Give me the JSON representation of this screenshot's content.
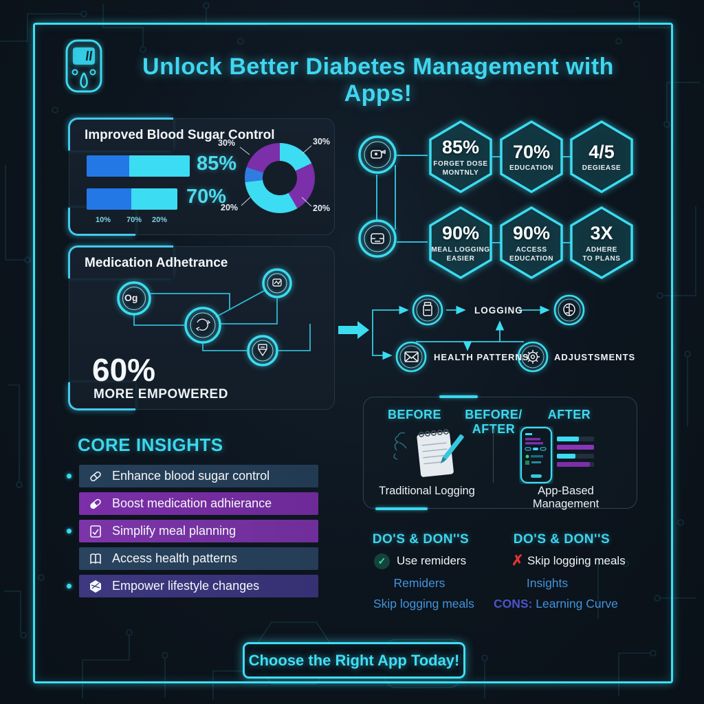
{
  "header": {
    "title": "Unlock Better Diabetes Management with Apps!",
    "icon": "glucose-meter-icon"
  },
  "theme": {
    "accent_cyan": "#3cdcf2",
    "bar_blue": "#2478e6",
    "purple": "#7b2fa8",
    "indigo": "#3d3880",
    "link_blue": "#4394dc",
    "cons_indigo": "#4a55c8",
    "check_green": "#30e8b0",
    "cross_red": "#e03434",
    "background": "#0c141d"
  },
  "blood_sugar_panel": {
    "title": "Improved Blood Sugar Control",
    "bar1_value": "85%",
    "bar2_value": "70%",
    "axis_labels": [
      "10%",
      "70%",
      "20%"
    ],
    "donut_labels": {
      "top_left": "30%",
      "top_right": "30%",
      "bottom_left": "20%",
      "bottom_right": "20%"
    }
  },
  "hex_stats": [
    {
      "value": "85%",
      "label": "FORGET DOSE\nMONTNLY"
    },
    {
      "value": "70%",
      "label": "EDUCATION"
    },
    {
      "value": "4/5",
      "label": "DEGIEASE"
    },
    {
      "value": "90%",
      "label": "MEAL LOGGING\nEASIER"
    },
    {
      "value": "90%",
      "label": "ACCESS\nEDUCATION"
    },
    {
      "value": "3X",
      "label": "ADHERE\nTO PLANS"
    }
  ],
  "medication_panel": {
    "title": "Medication Adhetrance",
    "stat_value": "60%",
    "stat_label": "MORE EMPOWERED",
    "node1_label": "Og"
  },
  "flow": {
    "step1": "LOGGING",
    "step2": "HEALTH PATTERNS",
    "step3": "ADJUSTSMENTS"
  },
  "comparison": {
    "col1_header": "BEFORE",
    "col2_header": "BEFORE/ AFTER",
    "col3_header": "AFTER",
    "left_caption": "Traditional Logging",
    "right_caption": "App-Based Management"
  },
  "core_insights": {
    "title": "CORE INSIGHTS",
    "items": [
      {
        "label": "Enhance blood sugar control",
        "icon": "pill-icon",
        "color": "#27405a"
      },
      {
        "label": "Boost medication adhierance",
        "icon": "pill-icon",
        "color": "#7b2fa8"
      },
      {
        "label": "Simplify meal planning",
        "icon": "meal-checklist-icon",
        "color": "#7c35a8"
      },
      {
        "label": "Access health patterns",
        "icon": "book-icon",
        "color": "#2a435e"
      },
      {
        "label": "Empower lifestyle changes",
        "icon": "hexagon-icon",
        "color": "#3d3880"
      }
    ]
  },
  "dos_donts_left": {
    "header": "DO'S & DON''S",
    "do_item": "Use remiders",
    "line2": "Remiders",
    "line3": "Skip logging meals"
  },
  "dos_donts_right": {
    "header": "DO'S & DON''S",
    "dont_item": "Skip logging meals",
    "line2": "Insights",
    "line3_prefix": "CONS:",
    "line3_text": " Learning Curve"
  },
  "cta": {
    "label": "Choose the Right App Today!"
  },
  "chart_data": [
    {
      "type": "bar",
      "orientation": "horizontal",
      "title": "Improved Blood Sugar Control",
      "categories": [
        "row 1",
        "row 2"
      ],
      "values": [
        85,
        70
      ],
      "value_labels": [
        "85%",
        "70%"
      ],
      "x_tick_labels": [
        "10%",
        "70%",
        "20%"
      ],
      "segment_colors": [
        "#2478e6",
        "#3cdcf2"
      ],
      "note": "each bar is split into a blue left segment and cyan right segment"
    },
    {
      "type": "pie",
      "style": "donut",
      "displayed_labels": [
        "30%",
        "30%",
        "20%",
        "20%"
      ],
      "displayed_values": [
        30,
        30,
        20,
        20
      ],
      "slices_clockwise_from_top": [
        {
          "color": "#3cdcf2",
          "approx_pct": 18
        },
        {
          "color": "#7b2fa8",
          "approx_pct": 24
        },
        {
          "color": "#3cdcf2",
          "approx_pct": 31
        },
        {
          "color": "#2f7de0",
          "approx_pct": 7
        },
        {
          "color": "#7b2fa8",
          "approx_pct": 20
        }
      ]
    }
  ]
}
